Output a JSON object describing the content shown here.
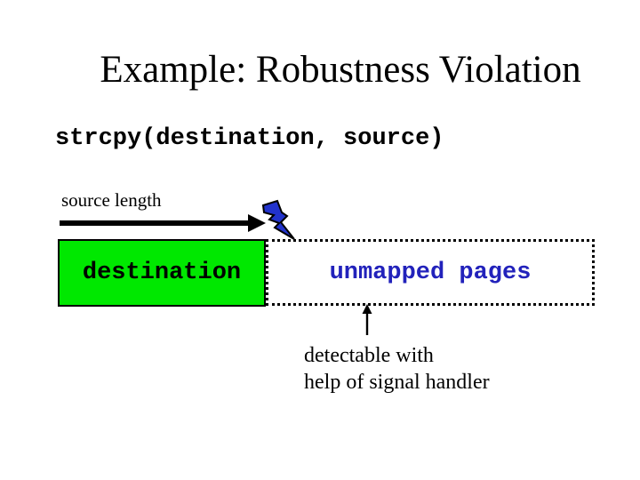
{
  "slide": {
    "title": "Example: Robustness Violation",
    "code_line": "strcpy(destination, source)",
    "diagram": {
      "source_length_label": "source length",
      "destination_box_label": "destination",
      "unmapped_box_label": "unmapped pages",
      "annotation_line1": "detectable with",
      "annotation_line2": "help of signal handler"
    },
    "colors": {
      "background": "#ffffff",
      "text": "#000000",
      "destination_fill": "#00e800",
      "unmapped_text": "#2222bb",
      "bolt_fill": "#2233cc",
      "arrow": "#000000"
    },
    "icons": {
      "length_arrow": "right-arrow-icon",
      "bolt": "lightning-bolt-icon",
      "pointer": "up-arrow-icon"
    }
  }
}
